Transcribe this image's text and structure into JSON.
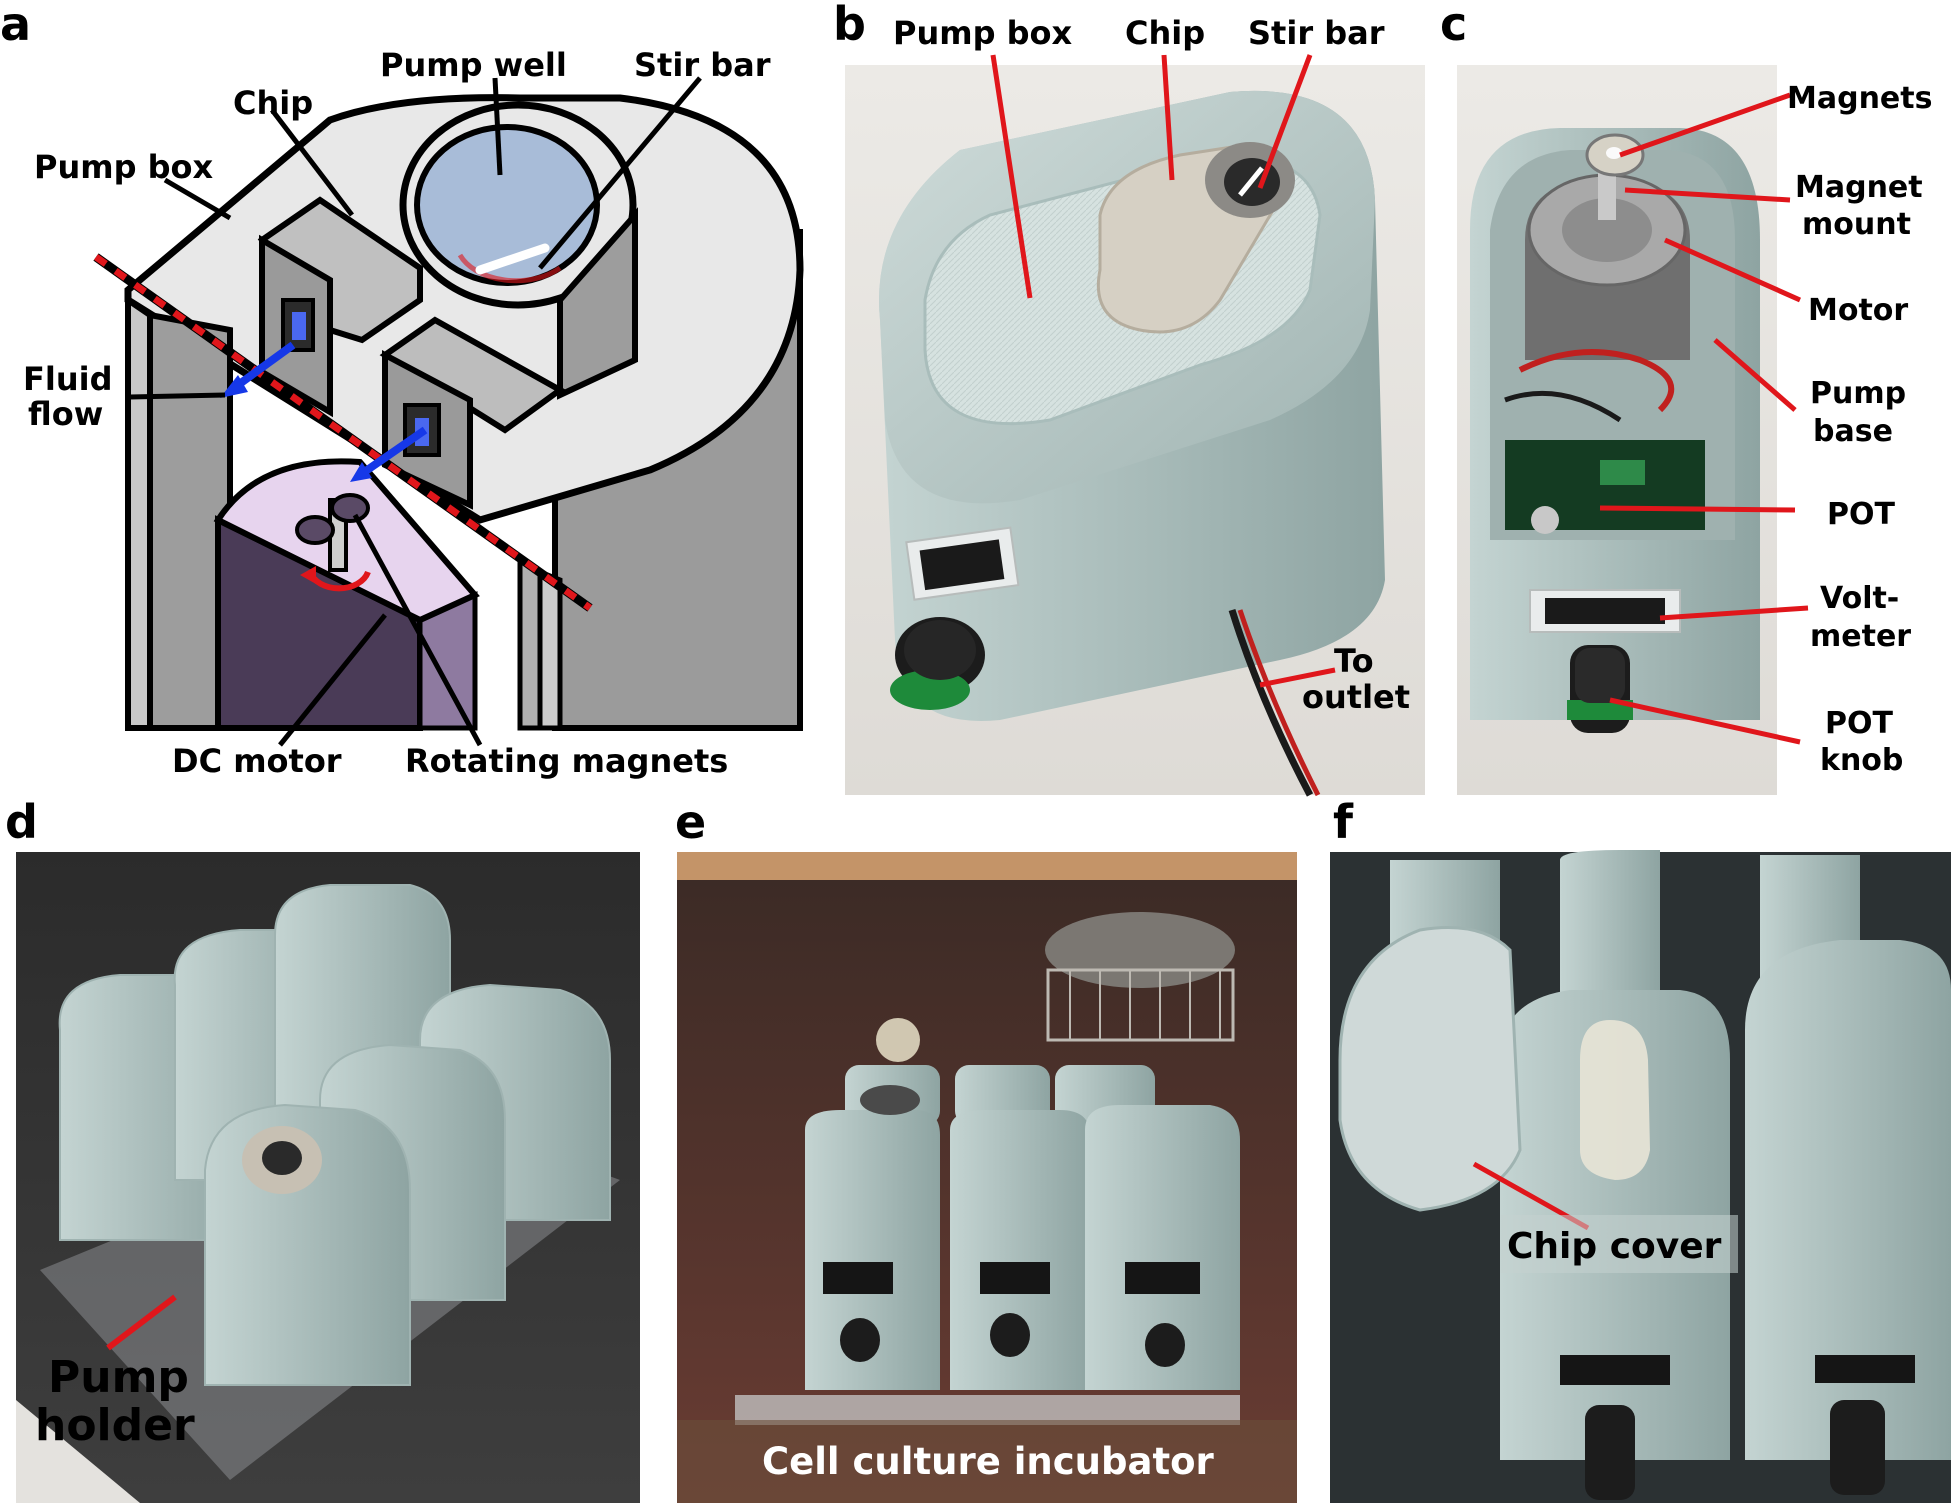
{
  "panels": {
    "a": {
      "letter": "a",
      "labels": {
        "pump_well": "Pump well",
        "stir_bar": "Stir bar",
        "chip": "Chip",
        "pump_box": "Pump box",
        "fluid_flow_line1": "Fluid",
        "fluid_flow_line2": "flow",
        "dc_motor": "DC motor",
        "rotating_magnets": "Rotating magnets"
      }
    },
    "b": {
      "letter": "b",
      "labels": {
        "pump_box": "Pump box",
        "chip": "Chip",
        "stir_bar": "Stir bar",
        "to_outlet_line1": "To",
        "to_outlet_line2": "outlet"
      }
    },
    "c": {
      "letter": "c",
      "labels": {
        "magnets": "Magnets",
        "magnet_mount_line1": "Magnet",
        "magnet_mount_line2": "mount",
        "motor": "Motor",
        "pump_base_line1": "Pump",
        "pump_base_line2": "base",
        "pot": "POT",
        "voltmeter_line1": "Volt-",
        "voltmeter_line2": "meter",
        "pot_knob_line1": "POT",
        "pot_knob_line2": "knob"
      }
    },
    "d": {
      "letter": "d",
      "labels": {
        "pump_holder_line1": "Pump",
        "pump_holder_line2": "holder"
      }
    },
    "e": {
      "letter": "e",
      "labels": {
        "incubator": "Cell culture incubator"
      }
    },
    "f": {
      "letter": "f",
      "labels": {
        "chip_cover": "Chip cover"
      }
    }
  },
  "colors": {
    "pointer_red": "#e0161b",
    "flow_blue": "#1638e8",
    "box_grey": "#b9b9b9",
    "box_light": "#e6e6e6",
    "well_blue": "#a8bcd8",
    "motor_purple": "#4a3b57",
    "motor_top": "#e7d4ee",
    "device_mint": "#b9cbc9"
  }
}
